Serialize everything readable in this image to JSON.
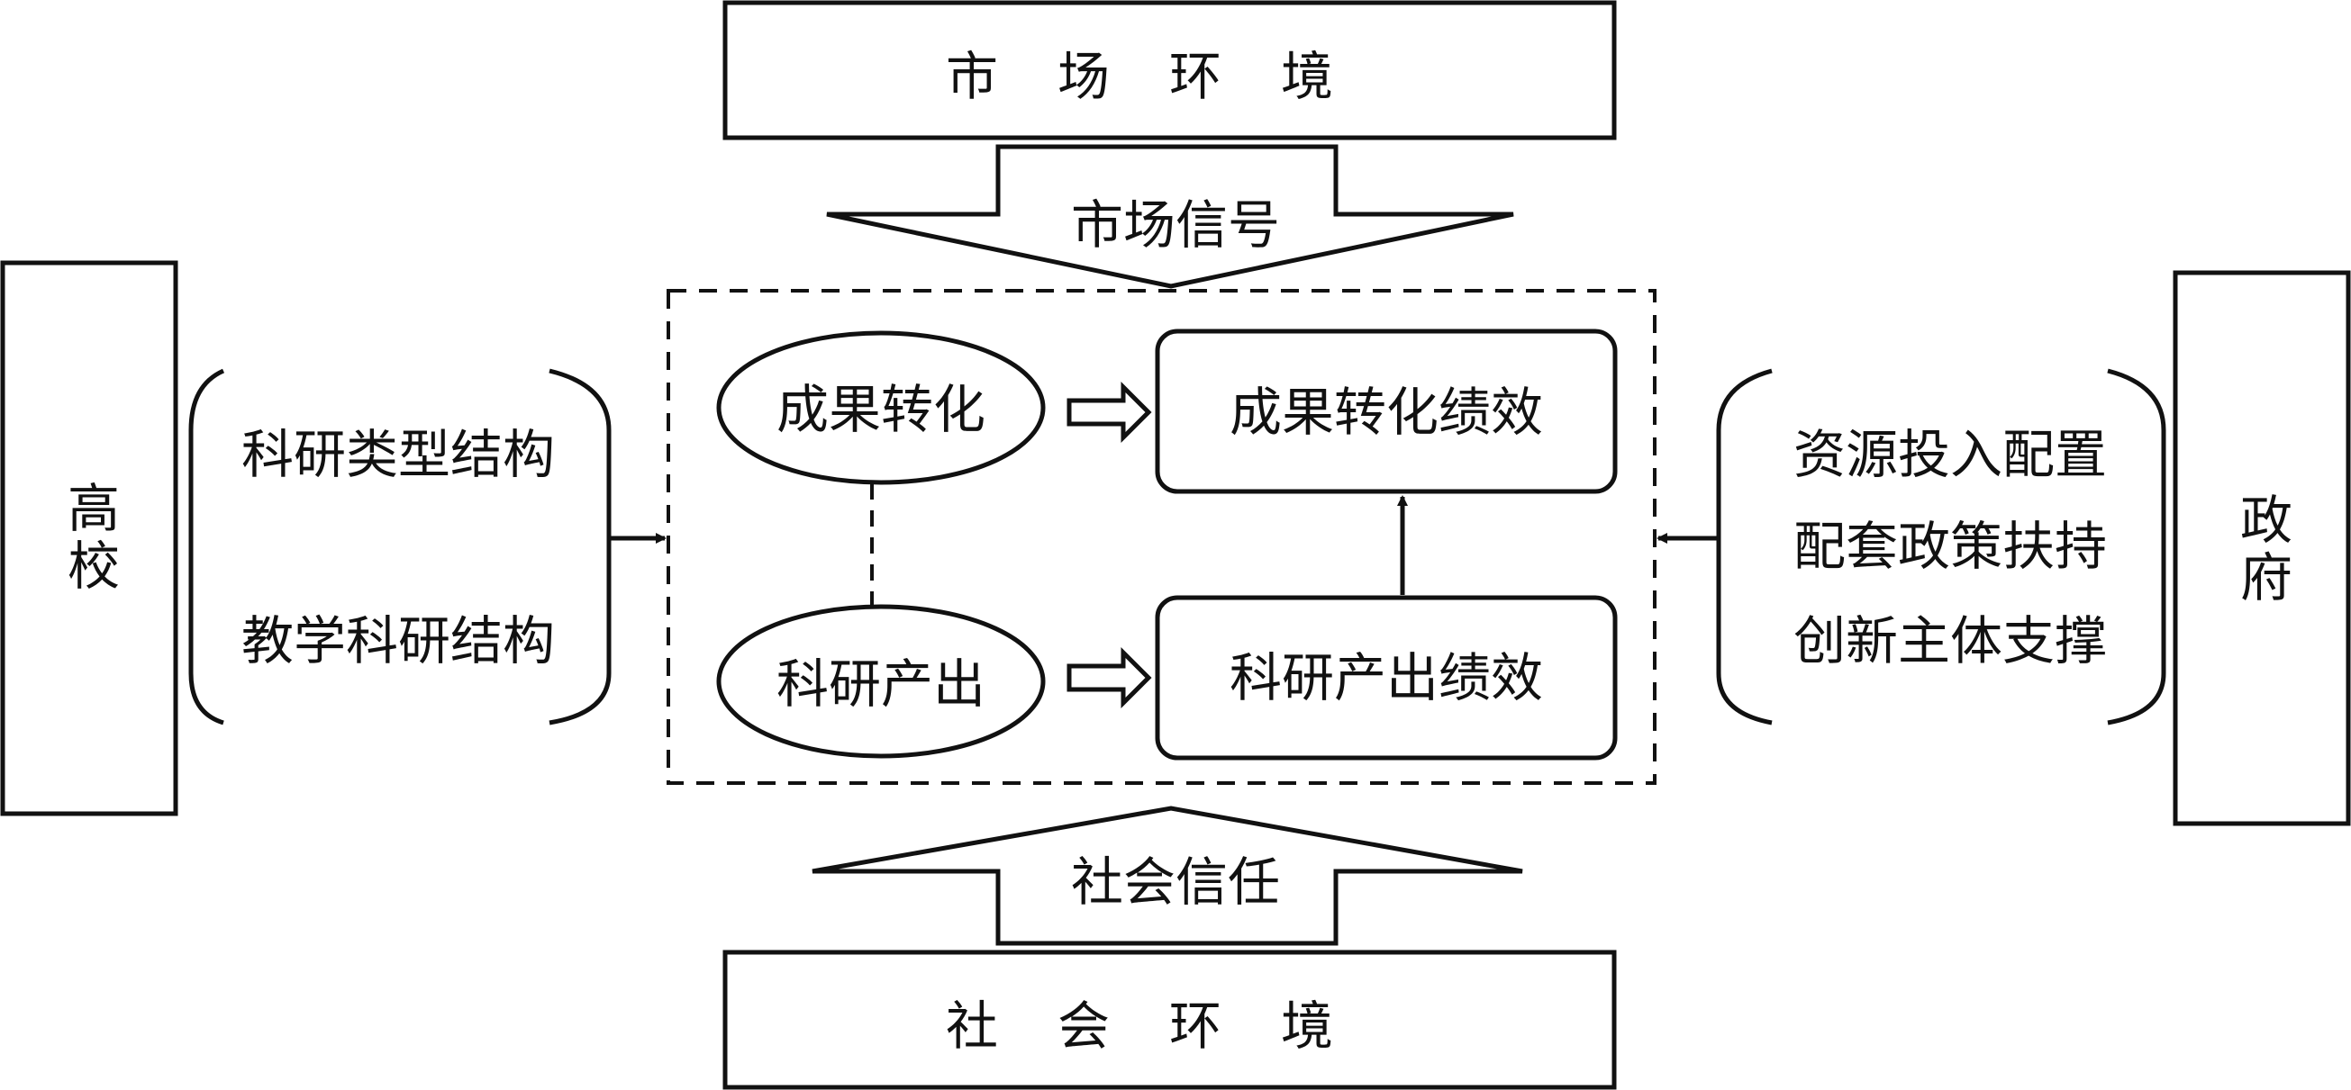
{
  "top_box": {
    "label": "市场环境"
  },
  "bottom_box": {
    "label": "社会环境"
  },
  "market_signal_arrow": {
    "label": "市场信号"
  },
  "social_trust_arrow": {
    "label": "社会信任"
  },
  "university_box": {
    "label": "高校"
  },
  "government_box": {
    "label": "政府"
  },
  "left_factors": [
    {
      "label": "科研类型结构"
    },
    {
      "label": "教学科研结构"
    }
  ],
  "right_factors": [
    {
      "label": "资源投入配置"
    },
    {
      "label": "配套政策扶持"
    },
    {
      "label": "创新主体支撑"
    }
  ],
  "center": {
    "achievement_transformation": {
      "label": "成果转化"
    },
    "research_output": {
      "label": "科研产出"
    },
    "transformation_performance": {
      "label": "成果转化绩效"
    },
    "output_performance": {
      "label": "科研产出绩效"
    }
  },
  "colors": {
    "stroke": "#111111",
    "background": "#ffffff"
  }
}
